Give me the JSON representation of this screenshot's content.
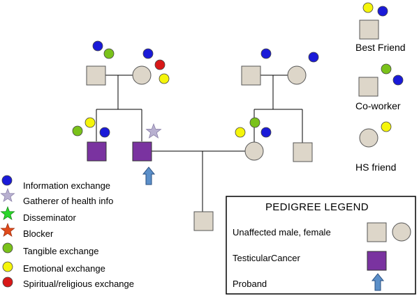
{
  "colors": {
    "unaffected_fill": "#ddd6c9",
    "cancer_fill": "#7a33a0",
    "info": "#1a1ad8",
    "gatherer": "#b8b0d0",
    "disseminator": "#2ad62a",
    "blocker": "#e04a1a",
    "tangible": "#7ac21a",
    "emotional": "#f5f50a",
    "spiritual": "#d81818",
    "arrow": "#5b8fc9"
  },
  "side_legend": {
    "information_exchange": "Information exchange",
    "gatherer": "Gatherer of health info",
    "disseminator": "Disseminator",
    "blocker": "Blocker",
    "tangible_exchange": "Tangible exchange",
    "emotional_exchange": "Emotional exchange",
    "spiritual_exchange": "Spiritual/religious exchange"
  },
  "network": {
    "best_friend": "Best Friend",
    "co_worker": "Co-worker",
    "hs_friend": "HS friend"
  },
  "pedigree_legend": {
    "title": "PEDIGREE  LEGEND",
    "unaffected": "Unaffected male, female",
    "cancer": "TesticularCancer",
    "proband": "Proband"
  }
}
